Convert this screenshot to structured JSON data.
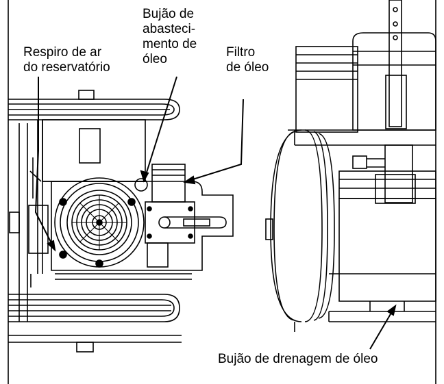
{
  "labels": {
    "breather": "Respiro de ar\ndo reservatório",
    "fill_plug": "Bujão de\nabasteci-\nmento de\nóleo",
    "filter": "Filtro\nde óleo",
    "drain_plug": "Bujão de drenagem de óleo"
  },
  "colors": {
    "line": "#000000",
    "background": "#ffffff"
  }
}
